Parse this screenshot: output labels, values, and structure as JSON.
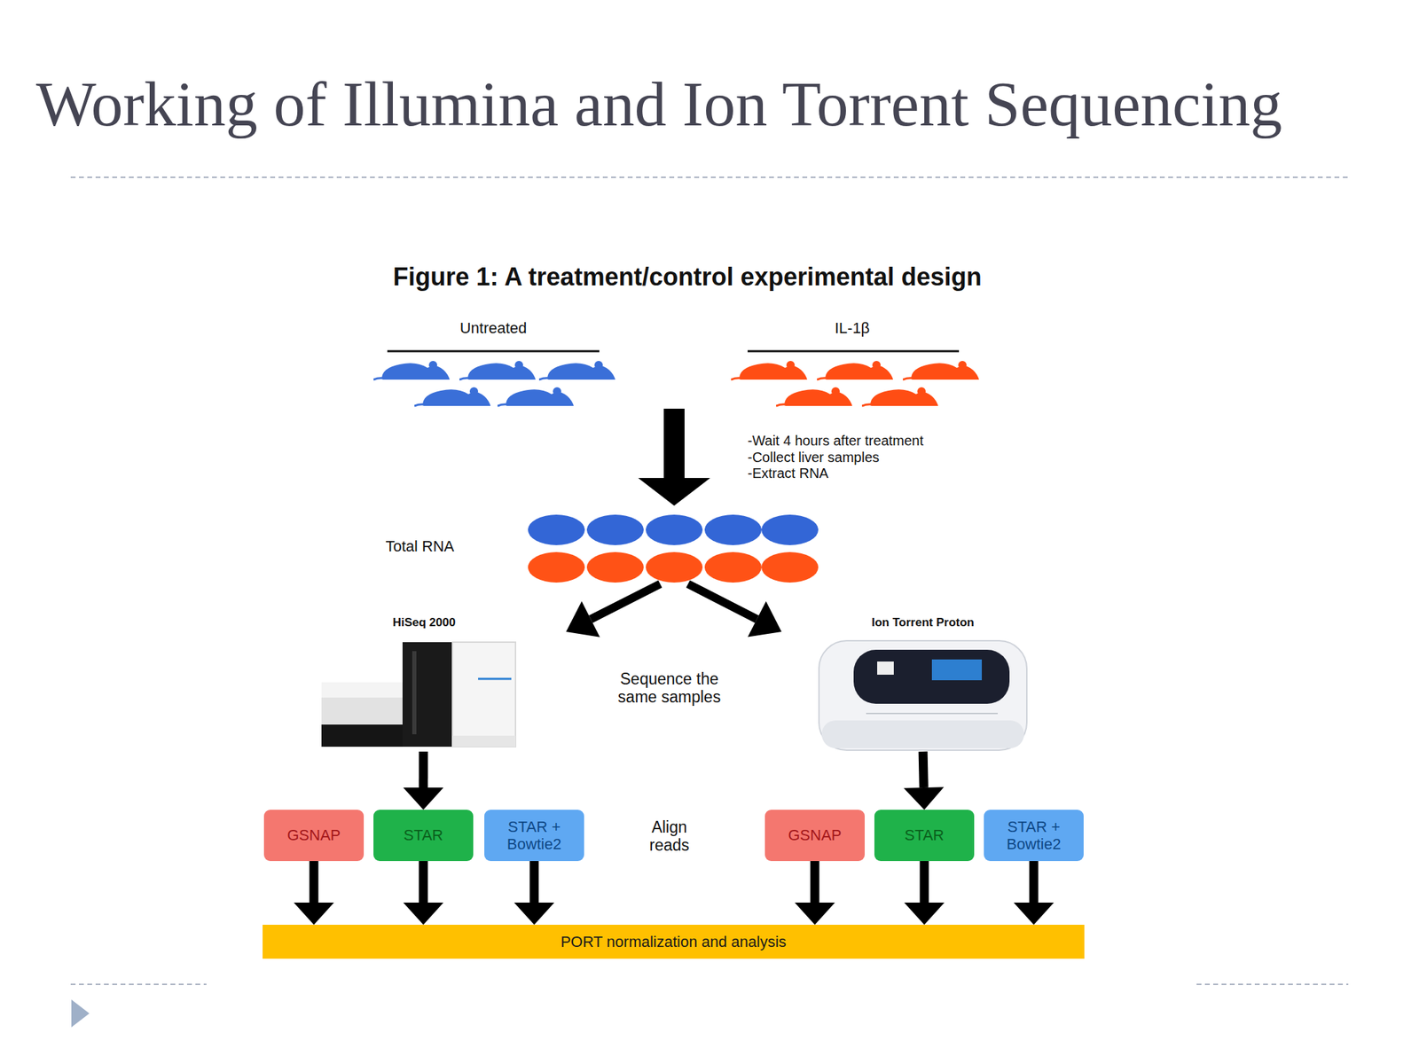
{
  "diagram": {
    "title": "Working of Illumina and Ion Torrent Sequencing",
    "caption": "Figure 1: A treatment/control experimental design",
    "nodes": [
      {
        "text": [
          "Total RNA"
        ]
      },
      {
        "text": [
          "HiSeq 2000"
        ]
      },
      {
        "text": [
          "Ion Torrent Proton"
        ]
      },
      {
        "text": [
          "GSNAP"
        ]
      },
      {
        "text": [
          "STAR"
        ]
      },
      {
        "text": [
          "STAR + Bowtie2"
        ]
      },
      {
        "text": [
          "GSNAP"
        ]
      },
      {
        "text": [
          "STAR"
        ]
      },
      {
        "text": [
          "STAR + Bowtie2"
        ]
      },
      {
        "text": [
          "PORT normalization and analysis"
        ]
      }
    ],
    "edges": [
      {
        "from": 0,
        "to": 1,
        "arrow": "to"
      },
      {
        "from": 0,
        "to": 2,
        "arrow": "to"
      },
      {
        "from": 1,
        "to": 4,
        "arrow": "to"
      },
      {
        "from": 2,
        "to": 7,
        "arrow": "to"
      },
      {
        "from": 3,
        "to": 9,
        "arrow": "to"
      },
      {
        "from": 4,
        "to": 9,
        "arrow": "to"
      },
      {
        "from": 5,
        "to": 9,
        "arrow": "to"
      },
      {
        "from": 6,
        "to": 9,
        "arrow": "to"
      },
      {
        "from": 7,
        "to": 9,
        "arrow": "to"
      },
      {
        "from": 8,
        "to": 9,
        "arrow": "to"
      }
    ],
    "labels": [
      "Untreated",
      "IL-1β",
      "-Wait 4 hours after treatment",
      "-Collect liver samples",
      "-Extract RNA",
      "Sequence the same samples",
      "Align reads"
    ]
  }
}
